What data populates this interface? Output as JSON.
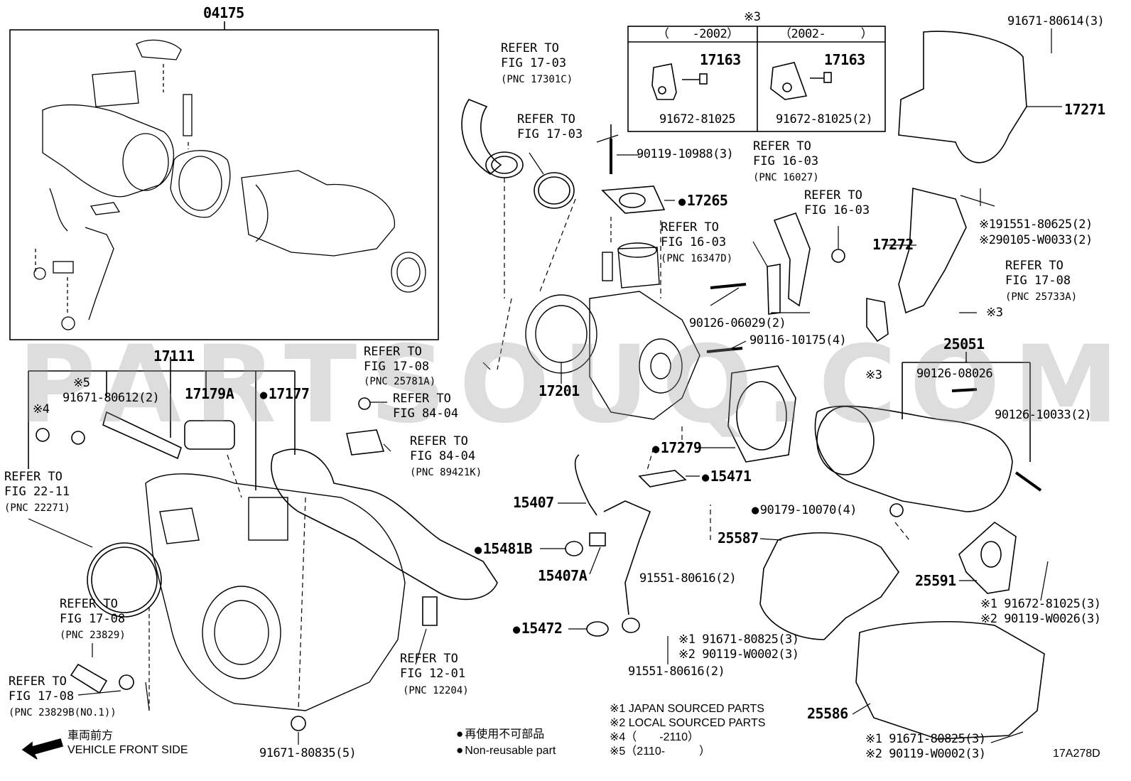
{
  "watermark": "PARTSOUQ.COM",
  "diagram_id": "17A278D",
  "inset": {
    "part": "04175"
  },
  "table": {
    "mark": "※3",
    "col1_header": "（　　-2002）",
    "col2_header": "（2002-　　　）",
    "col1_part": "17163",
    "col1_bolt": "91672-81025",
    "col2_part": "17163",
    "col2_bolt": "91672-81025(2)"
  },
  "labels": {
    "p17111": "17111",
    "p17179A": "17179A",
    "p17177": "17177",
    "p17201": "17201",
    "p17265": "17265",
    "p17279": "17279",
    "p15471": "15471",
    "p15407": "15407",
    "p15481B": "15481B",
    "p15407A": "15407A",
    "p15472": "15472",
    "p25051": "25051",
    "p25587": "25587",
    "p25591": "25591",
    "p25586": "25586",
    "p17271": "17271",
    "p17272": "17272",
    "b90119_10988": "90119-10988(3)",
    "b90126_06029": "90126-06029(2)",
    "b90116_10175": "90116-10175(4)",
    "b90126_08026": "90126-08026",
    "b90126_10033": "90126-10033(2)",
    "b90179_10070": "90179-10070(4)",
    "b91551_80616a": "91551-80616(2)",
    "b91551_80616b": "91551-80616(2)",
    "b91671_80614": "91671-80614(3)",
    "b91671_80612": "91671-80612(2)",
    "b91671_80835": "91671-80835(5)",
    "mark4": "※4",
    "mark5": "※5",
    "mark3a": "※3",
    "mark3b": "※3",
    "b17272_1": "※191551-80625(2)",
    "b17272_2": "※290105-W0033(2)",
    "b25591_1": "※1 91672-81025(3)",
    "b25591_2": "※2 90119-W0026(3)",
    "b25587_1": "※1 91671-80825(3)",
    "b25587_2": "※2 90119-W0002(3)",
    "b25586_1": "※1 91671-80825(3)",
    "b25586_2": "※2 90119-W0002(3)"
  },
  "refs": {
    "r1": "REFER TO\nFIG 17-03",
    "r1_pnc": "(PNC 17301C)",
    "r2": "REFER TO\nFIG 17-03",
    "r3": "REFER TO\nFIG 16-03",
    "r3_pnc": "(PNC 16027)",
    "r4": "REFER TO\nFIG 16-03",
    "r5": "REFER TO\nFIG 16-03",
    "r5_pnc": "(PNC 16347D)",
    "r6": "REFER TO\nFIG 17-08",
    "r6_pnc": "(PNC 25781A)",
    "r7": "REFER TO\nFIG 84-04",
    "r8": "REFER TO\nFIG 84-04",
    "r8_pnc": "(PNC 89421K)",
    "r9": "REFER TO\nFIG 17-08",
    "r9_pnc": "(PNC 25733A)",
    "r10": "REFER TO\nFIG 22-11",
    "r10_pnc": "(PNC 22271)",
    "r11": "REFER TO\nFIG 17-08",
    "r11_pnc": "(PNC 23829)",
    "r12": "REFER TO\nFIG 17-08",
    "r12_pnc": "(PNC 23829B(NO.1))",
    "r13": "REFER TO\nFIG 12-01",
    "r13_pnc": "(PNC 12204)"
  },
  "legend": {
    "note1": "※1  JAPAN SOURCED PARTS",
    "note2": "※2  LOCAL SOURCED PARTS",
    "note4": "※4（　　-2110）",
    "note5": "※5（2110-　　　）",
    "nonreuse_jp": "再使用不可部品",
    "nonreuse_en": "Non-reusable part",
    "front_jp": "車両前方",
    "front_en": "VEHICLE FRONT SIDE"
  }
}
